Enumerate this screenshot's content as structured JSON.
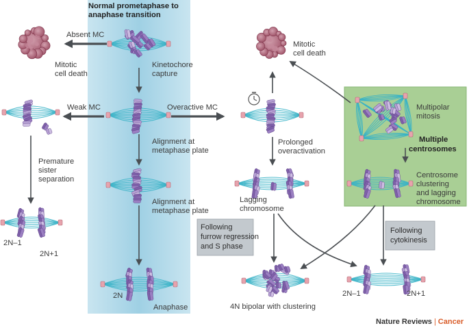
{
  "colors": {
    "band": "#b9dcea",
    "band_center": "#9fcfe3",
    "green_box": "#a9cf95",
    "green_border": "#7fae6b",
    "grey_box": "#c3c9ce",
    "spindle": "#38b3c6",
    "chromosome": "#7e5fa8",
    "chromosome_light": "#b6a0d3",
    "centrosome": "#e7a3ad",
    "dead_cell": "#a6546a",
    "arrow": "#4a4e52",
    "credit_accent": "#d95d2a"
  },
  "header": {
    "line1": "Normal prometaphase to",
    "line2": "anaphase transition"
  },
  "labels": {
    "absent_mc": "Absent MC",
    "weak_mc": "Weak MC",
    "overactive_mc": "Overactive MC",
    "mitotic_cell_death_left_1": "Mitotic",
    "mitotic_cell_death_left_2": "cell death",
    "mitotic_cell_death_right_1": "Mitotic",
    "mitotic_cell_death_right_2": "cell death",
    "kinetochore_1": "Kinetochore",
    "kinetochore_2": "capture",
    "alignment1_1": "Alignment at",
    "alignment1_2": "metaphase plate",
    "alignment2_1": "Alignment at",
    "alignment2_2": "metaphase plate",
    "premature_1": "Premature",
    "premature_2": "sister",
    "premature_3": "separation",
    "prolonged_1": "Prolonged",
    "prolonged_2": "overactivation",
    "lagging_1": "Lagging",
    "lagging_2": "chromosome",
    "multipolar_1": "Multipolar",
    "multipolar_2": "mitosis",
    "multiple_1": "Multiple",
    "multiple_2": "centrosomes",
    "clustering_1": "Centrosome",
    "clustering_2": "clustering",
    "clustering_3": "and lagging",
    "clustering_4": "chromosome",
    "anaphase": "Anaphase",
    "ploidy_2n_center": "2N",
    "ploidy_2n_minus_left": "2N–1",
    "ploidy_2n_plus_left": "2N+1",
    "ploidy_2n_minus_right": "2N–1",
    "ploidy_2n_plus_right": "2N+1",
    "bipolar": "4N bipolar with clustering"
  },
  "boxes": {
    "furrow_1": "Following",
    "furrow_2": "furrow regression",
    "furrow_3": "and S phase",
    "cytokinesis_1": "Following",
    "cytokinesis_2": "cytokinesis"
  },
  "credit": {
    "journal": "Nature Reviews",
    "separator": "|",
    "section": "Cancer"
  }
}
